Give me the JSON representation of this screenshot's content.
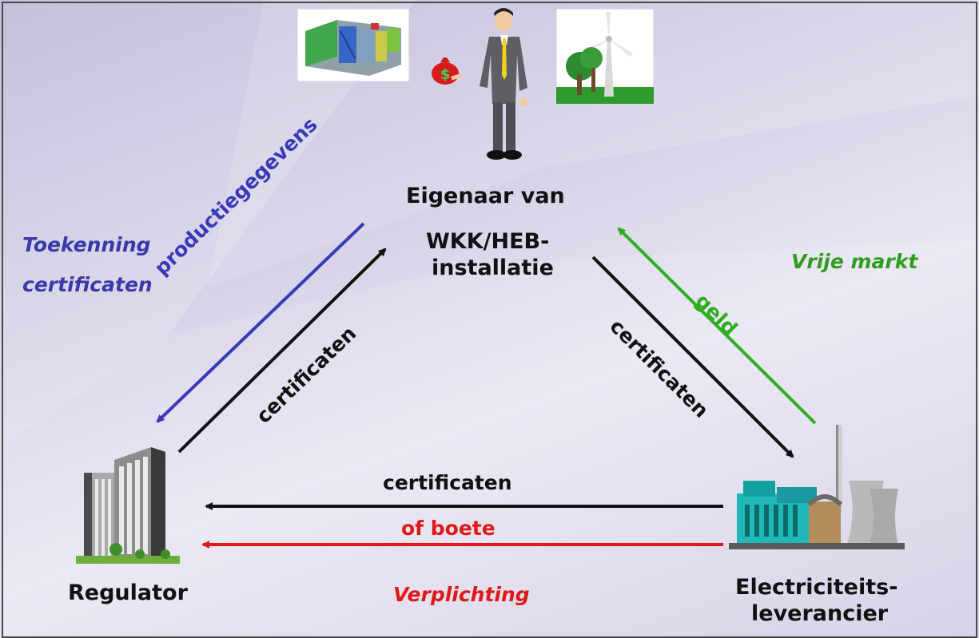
{
  "nodes": {
    "owner": {
      "line1": "Eigenaar van",
      "line2": "WKK/HEB-",
      "line3": "installatie"
    },
    "regulator": {
      "label": "Regulator"
    },
    "supplier": {
      "line1": "Electriciteits-",
      "line2": "leverancier"
    }
  },
  "side_labels": {
    "left": {
      "line1": "Toekenning",
      "line2": "certificaten",
      "color": "#3a3aa8"
    },
    "right": {
      "label": "Vrije markt",
      "color": "#2f9e1f"
    },
    "bottom": {
      "label": "Verplichting",
      "color": "#e01818"
    }
  },
  "arrows": {
    "production_data": {
      "label": "productiegegevens",
      "color": "#3a3ab8"
    },
    "certs_to_owner": {
      "label": "certificaten",
      "color": "#111111"
    },
    "certs_to_supplier": {
      "label": "certificaten",
      "color": "#111111"
    },
    "money": {
      "label": "geld",
      "color": "#2fae1f"
    },
    "certs_to_regulator": {
      "label": "certificaten",
      "color": "#111111"
    },
    "fine": {
      "label": "of boete",
      "color": "#e01818"
    }
  },
  "icons": {
    "chp_unit": "chp-unit-icon",
    "owner_person": "businessman-icon",
    "money_bag": "money-bag-icon",
    "wind_turbine": "wind-turbine-icon",
    "regulator_building": "office-building-icon",
    "power_plant": "power-plant-icon"
  },
  "money_bag_symbol": "$"
}
